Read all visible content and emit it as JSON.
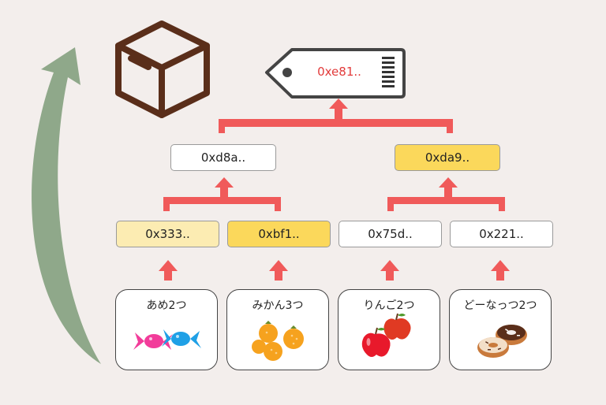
{
  "root_tag": {
    "hash": "0xe81.."
  },
  "level1": [
    {
      "hash": "0xd8a..",
      "highlight": "none"
    },
    {
      "hash": "0xda9..",
      "highlight": "strong"
    }
  ],
  "level0": [
    {
      "hash": "0x333..",
      "highlight": "light"
    },
    {
      "hash": "0xbf1..",
      "highlight": "strong"
    },
    {
      "hash": "0x75d..",
      "highlight": "none"
    },
    {
      "hash": "0x221..",
      "highlight": "none"
    }
  ],
  "items": [
    {
      "label": "あめ2つ",
      "icon": "candy-icon"
    },
    {
      "label": "みかん3つ",
      "icon": "mandarin-orange-icon"
    },
    {
      "label": "りんご2つ",
      "icon": "apple-icon"
    },
    {
      "label": "どーなっつ2つ",
      "icon": "donut-icon"
    }
  ],
  "colors": {
    "connector": "#f05a5a",
    "highlight_strong": "#fbd85b",
    "highlight_light": "#fcecb2",
    "box_icon": "#5a2e1a",
    "curved_arrow": "#8fa88a",
    "tag_text": "#e23b3b"
  }
}
